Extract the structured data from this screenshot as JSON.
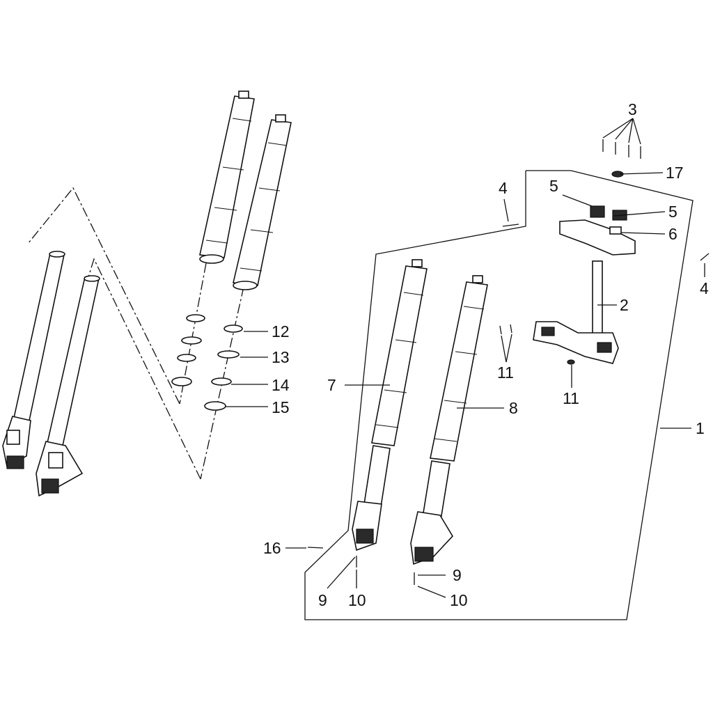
{
  "callouts": [
    {
      "id": "1",
      "text": "1"
    },
    {
      "id": "2",
      "text": "2"
    },
    {
      "id": "3",
      "text": "3"
    },
    {
      "id": "4a",
      "text": "4"
    },
    {
      "id": "4b",
      "text": "4"
    },
    {
      "id": "5a",
      "text": "5"
    },
    {
      "id": "5b",
      "text": "5"
    },
    {
      "id": "6",
      "text": "6"
    },
    {
      "id": "7",
      "text": "7"
    },
    {
      "id": "8",
      "text": "8"
    },
    {
      "id": "9a",
      "text": "9"
    },
    {
      "id": "9b",
      "text": "9"
    },
    {
      "id": "10a",
      "text": "10"
    },
    {
      "id": "10b",
      "text": "10"
    },
    {
      "id": "11a",
      "text": "11"
    },
    {
      "id": "11b",
      "text": "11"
    },
    {
      "id": "12",
      "text": "12"
    },
    {
      "id": "13",
      "text": "13"
    },
    {
      "id": "14",
      "text": "14"
    },
    {
      "id": "15",
      "text": "15"
    },
    {
      "id": "16",
      "text": "16"
    },
    {
      "id": "17",
      "text": "17"
    }
  ]
}
